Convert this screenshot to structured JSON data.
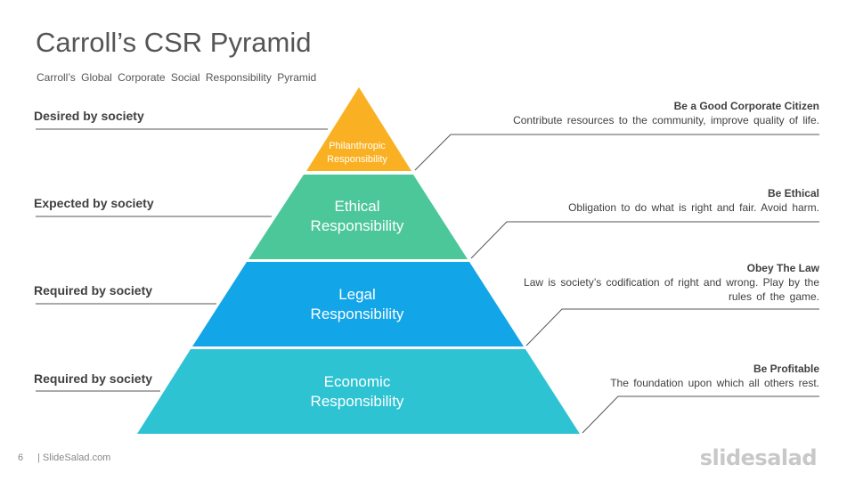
{
  "slide": {
    "title": "Carroll’s CSR Pyramid",
    "subtitle": "Carroll’s Global Corporate Social Responsibility Pyramid",
    "page_number": "6",
    "site": "| SlideSalad.com",
    "logo": "slidesalad"
  },
  "levels": [
    {
      "left_label": "Desired by society",
      "layer_line1": "Philanthropic",
      "layer_line2": "Responsibility",
      "heading": "Be a Good Corporate Citizen",
      "description": "Contribute resources to the community, improve quality of life.",
      "color": "#F9B123"
    },
    {
      "left_label": "Expected by society",
      "layer_line1": "Ethical",
      "layer_line2": "Responsibility",
      "heading": "Be Ethical",
      "description": "Obligation to do what is right and fair. Avoid harm.",
      "color": "#4CC79A"
    },
    {
      "left_label": "Required by society",
      "layer_line1": "Legal",
      "layer_line2": "Responsibility",
      "heading": "Obey The Law",
      "description": "Law is society’s codification of right and wrong. Play by the rules of the game.",
      "color": "#12A5E8"
    },
    {
      "left_label": "Required by society",
      "layer_line1": "Economic",
      "layer_line2": "Responsibility",
      "heading": "Be Profitable",
      "description": "The foundation upon which all others rest.",
      "color": "#2EC3D3"
    }
  ]
}
